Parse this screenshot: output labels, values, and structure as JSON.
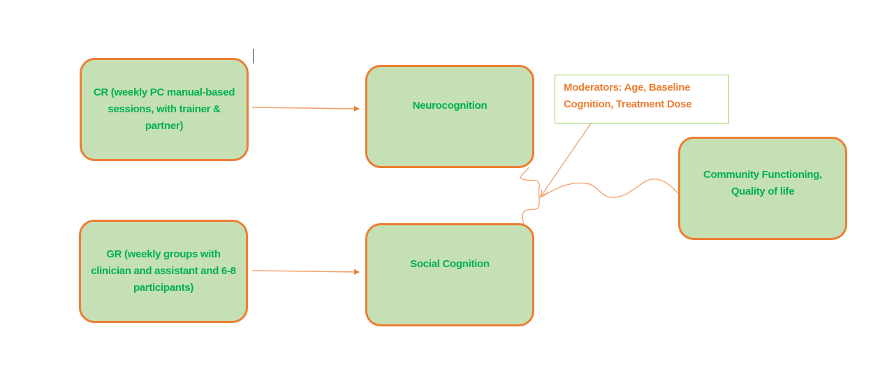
{
  "diagram": {
    "nodes": {
      "cr": {
        "label": "CR (weekly PC manual-based sessions, with trainer & partner)"
      },
      "gr": {
        "label": "GR (weekly groups with clinician and assistant and 6-8 participants)"
      },
      "neurocognition": {
        "label": "Neurocognition"
      },
      "social_cognition": {
        "label": "Social Cognition"
      },
      "community": {
        "label": "Community Functioning, Quality of life"
      }
    },
    "moderators": {
      "label": "Moderators: Age, Baseline Cognition, Treatment Dose"
    },
    "edges": [
      {
        "from": "cr",
        "to": "neurocognition",
        "style": "arrow"
      },
      {
        "from": "gr",
        "to": "social_cognition",
        "style": "arrow"
      },
      {
        "from": "neurocognition",
        "to": "community",
        "style": "curved"
      },
      {
        "from": "social_cognition",
        "to": "community",
        "style": "curved"
      },
      {
        "from": "moderators",
        "to": "junction",
        "style": "line-arrow"
      }
    ],
    "colors": {
      "node_fill": "#c5e0b4",
      "node_border": "#ed7d31",
      "node_text": "#00b050",
      "moderator_border": "#92d050",
      "moderator_text": "#ed7d31",
      "connector": "#ed7d31"
    }
  }
}
